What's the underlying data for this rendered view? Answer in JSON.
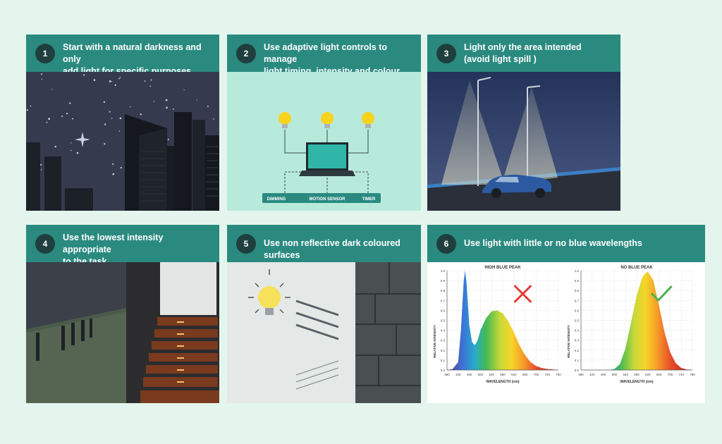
{
  "colors": {
    "page_background": "#e3f5ec",
    "header_teal": "#2a8a80",
    "badge_dark": "#1f3f3e",
    "cross_red": "#e53935",
    "check_green": "#4caf50"
  },
  "panels": [
    {
      "number": "1",
      "title": "Start with a natural darkness and only\nadd light for specific purposes",
      "icon": "night-city-scene"
    },
    {
      "number": "2",
      "title": "Use adaptive light controls to manage\nlight timing, intensity and colour",
      "icon": "light-controls-diagram",
      "controls": {
        "dimming": "DIMMING",
        "motion_sensor": "MOTION SENSOR",
        "timer": "TIMER"
      }
    },
    {
      "number": "3",
      "title": "Light only the area intended\n(avoid light spill )",
      "icon": "street-light-scene"
    },
    {
      "number": "4",
      "title": "Use the lowest intensity appropriate\nto the task",
      "icon": "stair-lighting-scene"
    },
    {
      "number": "5",
      "title": "Use non reflective dark coloured surfaces",
      "icon": "light-reflection-scene"
    },
    {
      "number": "6",
      "title": "Use light with little or no blue wavelengths",
      "icon": "spectrum-charts"
    }
  ],
  "chart_data": [
    {
      "type": "area",
      "title": "HIGH BLUE PEAK",
      "xlabel": "WAVELENGTH (nm)",
      "ylabel": "RELATIVE INTENSITY",
      "xlim": [
        380,
        780
      ],
      "ylim": [
        0,
        1.0
      ],
      "x_ticks": [
        "380",
        "420",
        "460",
        "500",
        "540",
        "580",
        "620",
        "660",
        "700",
        "740",
        "780"
      ],
      "y_ticks": [
        "0.0",
        "0.1",
        "0.2",
        "0.3",
        "0.4",
        "0.5",
        "0.6",
        "0.7",
        "0.8",
        "0.9",
        "1.0"
      ],
      "grid": true,
      "marker": "cross",
      "x": [
        380,
        400,
        420,
        430,
        440,
        445,
        450,
        460,
        470,
        480,
        490,
        500,
        520,
        540,
        560,
        580,
        600,
        620,
        640,
        660,
        680,
        700,
        720,
        740,
        760,
        780
      ],
      "y": [
        0.0,
        0.01,
        0.08,
        0.4,
        0.9,
        1.0,
        0.88,
        0.45,
        0.28,
        0.25,
        0.3,
        0.4,
        0.52,
        0.59,
        0.6,
        0.57,
        0.49,
        0.38,
        0.25,
        0.15,
        0.08,
        0.04,
        0.02,
        0.01,
        0.005,
        0.0
      ]
    },
    {
      "type": "area",
      "title": "NO BLUE PEAK",
      "xlabel": "WAVELENGTH (nm)",
      "ylabel": "RELATIVE INTENSITY",
      "xlim": [
        380,
        780
      ],
      "ylim": [
        0,
        1.0
      ],
      "x_ticks": [
        "380",
        "420",
        "460",
        "500",
        "540",
        "580",
        "620",
        "660",
        "700",
        "740",
        "780"
      ],
      "y_ticks": [
        "0.0",
        "0.1",
        "0.2",
        "0.3",
        "0.4",
        "0.5",
        "0.6",
        "0.7",
        "0.8",
        "0.9",
        "1.0"
      ],
      "grid": true,
      "marker": "check",
      "x": [
        380,
        440,
        480,
        500,
        520,
        540,
        560,
        580,
        600,
        610,
        620,
        640,
        660,
        680,
        700,
        720,
        740,
        760,
        780
      ],
      "y": [
        0.0,
        0.0,
        0.0,
        0.01,
        0.06,
        0.22,
        0.48,
        0.75,
        0.93,
        0.97,
        0.99,
        0.9,
        0.65,
        0.38,
        0.18,
        0.07,
        0.02,
        0.005,
        0.0
      ]
    }
  ]
}
